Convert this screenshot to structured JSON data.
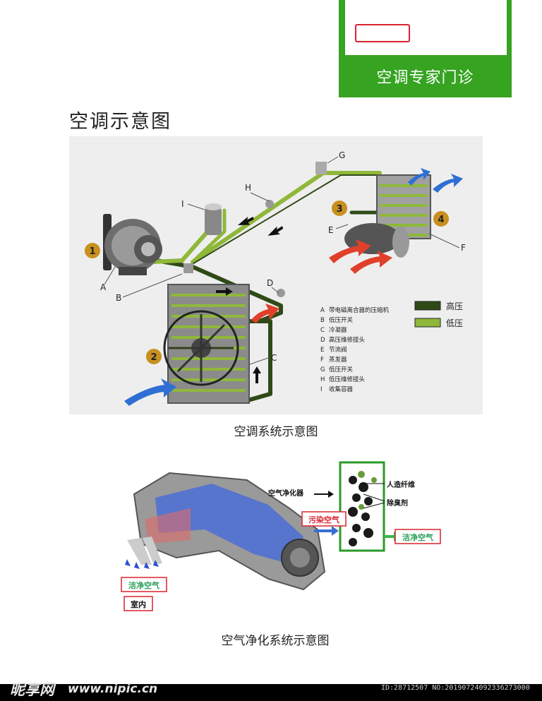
{
  "header": {
    "title": "空调专家门诊"
  },
  "page_title": "空调示意图",
  "figure1": {
    "caption": "空调系统示意图",
    "numbers": [
      "1",
      "2",
      "3",
      "4"
    ],
    "letters": [
      "A",
      "B",
      "C",
      "D",
      "E",
      "F",
      "G",
      "H",
      "I"
    ],
    "legend": [
      {
        "label": "A",
        "text": "带电磁离合器的压缩机"
      },
      {
        "label": "B",
        "text": "低压开关"
      },
      {
        "label": "C",
        "text": "冷凝器"
      },
      {
        "label": "D",
        "text": "高压维修接头"
      },
      {
        "label": "E",
        "text": "节流阀"
      },
      {
        "label": "F",
        "text": "蒸发器"
      },
      {
        "label": "G",
        "text": "低压开关"
      },
      {
        "label": "H",
        "text": "低压维修接头"
      },
      {
        "label": "I",
        "text": "收集容器"
      }
    ],
    "pressure_legend": [
      {
        "label": "高压",
        "color": "#2f4a17"
      },
      {
        "label": "低压",
        "color": "#8fb83a"
      }
    ]
  },
  "figure2": {
    "caption": "空气净化系统示意图",
    "labels": {
      "purifier": "空气净化器",
      "fiber": "人造纤维",
      "deodorant": "除臭剂",
      "polluted": "污染空气",
      "clean_right": "洁净空气",
      "clean_left": "洁净空气",
      "indoor": "室内"
    }
  },
  "watermark": {
    "logo": "昵享网",
    "url": "www.nipic.cn",
    "id": "ID:28712507 NO:20190724092336273000"
  },
  "colors": {
    "green": "#36a321",
    "red": "#d9232f"
  }
}
